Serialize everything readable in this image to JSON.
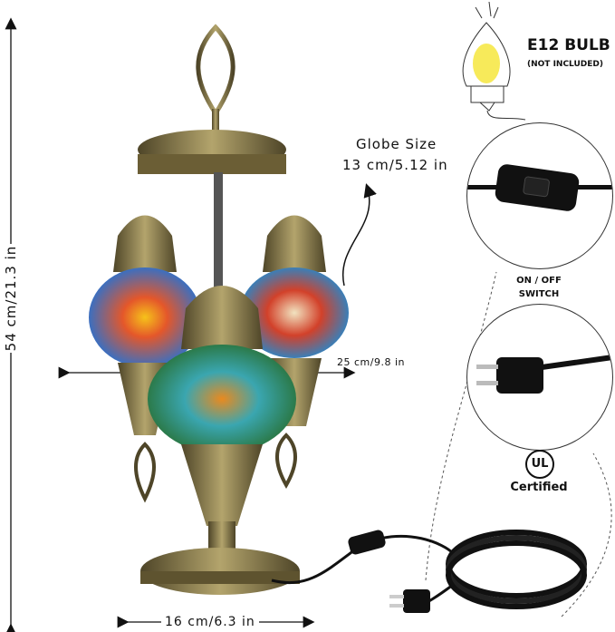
{
  "dimensions": {
    "height": "54 cm/21.3 in",
    "width_base": "16 cm/6.3 in",
    "width_total": "25 cm/9.8 in",
    "globe_size_title": "Globe Size",
    "globe_size_value": "13 cm/5.12 in"
  },
  "bulb": {
    "title": "E12 BULB",
    "note": "(NOT INCLUDED)",
    "color": "#f7ea5a"
  },
  "switch": {
    "label_line1": "ON / OFF",
    "label_line2": "SWITCH"
  },
  "plug": {
    "cert_logo": "UL",
    "cert_label": "Certified"
  },
  "colors": {
    "brass": "#8a7a4a",
    "brass_dark": "#4e4528",
    "globe_red": "#d2412a",
    "globe_teal": "#3aa6b0",
    "globe_orange": "#e98a1f"
  }
}
